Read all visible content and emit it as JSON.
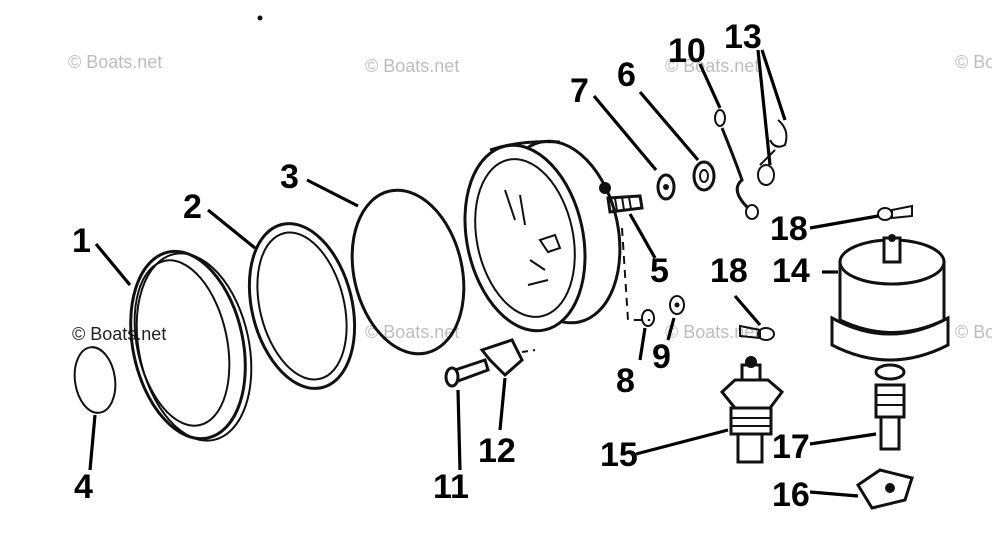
{
  "watermarks": [
    "© Boats.net",
    "© Boats.net",
    "© Boats.net",
    "© Boats.net",
    "© Boats.net",
    "© Boats.net",
    "© Boats.net",
    "© Boats.net"
  ],
  "callouts": [
    "1",
    "2",
    "3",
    "4",
    "5",
    "6",
    "7",
    "8",
    "9",
    "10",
    "11",
    "12",
    "13",
    "14",
    "15",
    "16",
    "17",
    "18",
    "18"
  ]
}
